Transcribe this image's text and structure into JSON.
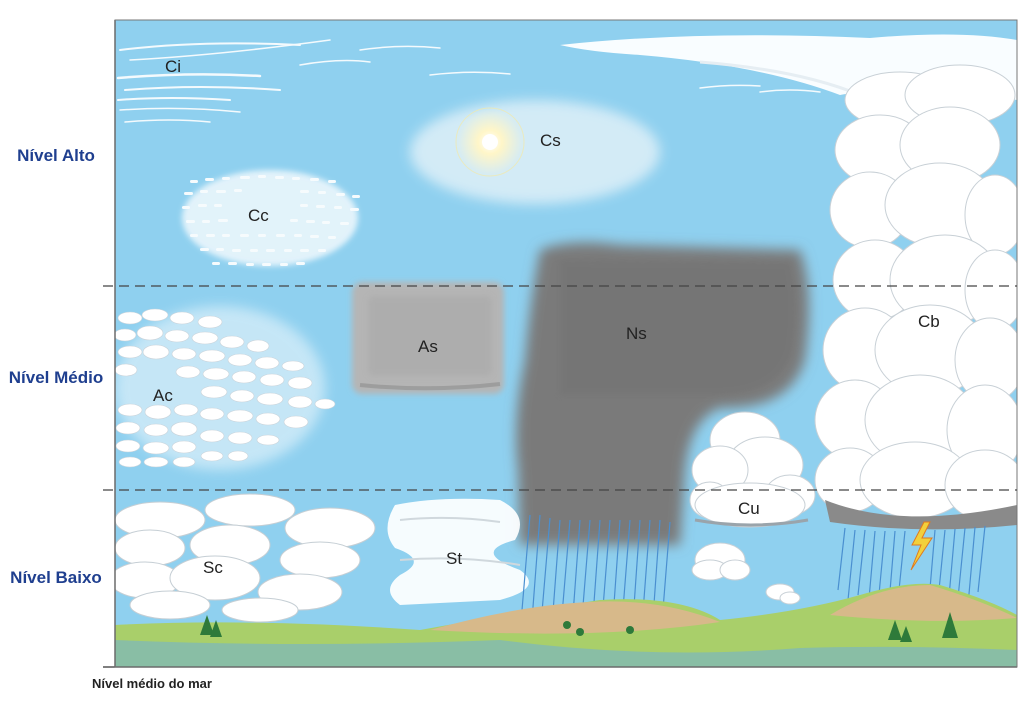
{
  "levels": {
    "high": "Nível Alto",
    "middle": "Nível Médio",
    "low": "Nível Baixo"
  },
  "sea_level": "Nível médio do mar",
  "clouds": {
    "ci": "Ci",
    "cc": "Cc",
    "cs": "Cs",
    "as": "As",
    "ns": "Ns",
    "ac": "Ac",
    "cb": "Cb",
    "cu": "Cu",
    "sc": "Sc",
    "st": "St"
  },
  "colors": {
    "sky": "#8fd0ef",
    "nimbostratus": "#7a7a7a",
    "altostratus": "#b5b5b5",
    "cloud_white": "#ffffff",
    "level_label": "#1f3f8f",
    "ground_green": "#a9cf6a",
    "hills": "#d7b98a",
    "rain": "#4a8fd0"
  }
}
